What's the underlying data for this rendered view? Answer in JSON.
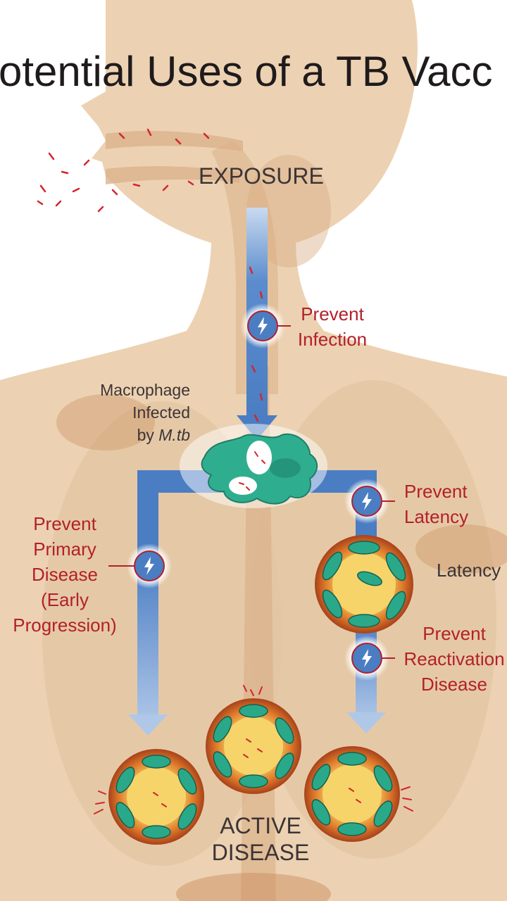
{
  "title": "otential Uses of a TB Vacc",
  "labels": {
    "exposure": "EXPOSURE",
    "prevent_infection": [
      "Prevent",
      "Infection"
    ],
    "macrophage": [
      "Macrophage",
      "Infected",
      "by "
    ],
    "macrophage_italic": "M.tb",
    "prevent_latency": [
      "Prevent",
      "Latency"
    ],
    "prevent_primary": [
      "Prevent",
      "Primary",
      "Disease",
      "(Early",
      "Progression)"
    ],
    "latency": "Latency",
    "prevent_reactivation": [
      "Prevent",
      "Reactivation",
      "Disease"
    ],
    "active_disease": [
      "ACTIVE",
      "DISEASE"
    ]
  },
  "colors": {
    "skin": "#ecd2b2",
    "skin_shadow": "#d7ae84",
    "lung": "#e6cbb0",
    "arrow_blue": "#4d7fc4",
    "arrow_light": "#a9c2e4",
    "macrophage": "#2fae8f",
    "granuloma_outer": "#c8561f",
    "granuloma_inner": "#f2c45a",
    "red_text": "#b3202a",
    "dark_text": "#3c3436"
  },
  "icons": {
    "vaccine_marker": "lightning-circle-icon"
  }
}
